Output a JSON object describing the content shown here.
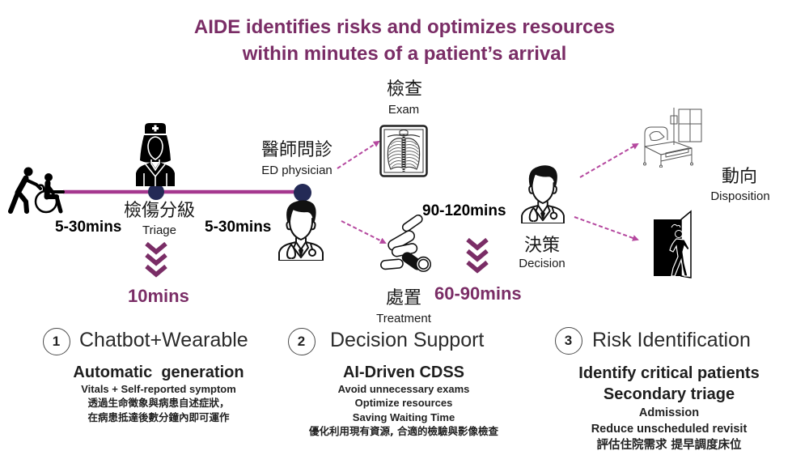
{
  "title": {
    "line1": "AIDE identifies risks and optimizes resources",
    "line2": "within minutes of a patient’s arrival"
  },
  "colors": {
    "title": "#7a2d66",
    "timeline": "#a5388f",
    "node": "#242a56",
    "arrow": "#b5489f",
    "text": "#1e1e1e"
  },
  "flow": {
    "arrival": {
      "icon": "wheelchair-assist-icon"
    },
    "triage": {
      "label_zh": "檢傷分級",
      "label_en": "Triage",
      "icon": "nurse-icon"
    },
    "physician": {
      "label_zh": "醫師問診",
      "label_en": "ED physician",
      "icon": "doctor-icon"
    },
    "exam": {
      "label_zh": "檢查",
      "label_en": "Exam",
      "icon": "chest-xray-icon"
    },
    "treatment": {
      "label_zh": "處置",
      "label_en": "Treatment",
      "icon": "pills-icon"
    },
    "decision": {
      "label_zh": "決策",
      "label_en": "Decision",
      "icon": "doctor-icon"
    },
    "disposition": {
      "label_zh": "動向",
      "label_en": "Disposition",
      "icons": [
        "hospital-bed-icon",
        "exit-door-icon"
      ]
    }
  },
  "durations": {
    "arrival_to_triage": "5-30mins",
    "triage_to_physician": "5-30mins",
    "physician_to_decision": "90-120mins",
    "triage_improved": "10mins",
    "decision_improved": "60-90mins"
  },
  "sections": [
    {
      "number": "1",
      "heading": "Chatbot+Wearable",
      "subheadings": [
        "Automatic  generation"
      ],
      "lines": [
        "Vitals + Self-reported symptom",
        "透過生命徵象與病患自述症狀，",
        "在病患抵達後數分鐘內即可運作"
      ]
    },
    {
      "number": "2",
      "heading": "Decision Support",
      "subheadings": [
        "AI-Driven CDSS"
      ],
      "lines": [
        "Avoid unnecessary exams",
        "Optimize resources",
        "Saving Waiting Time",
        "優化利用現有資源, 合適的檢驗與影像檢查"
      ]
    },
    {
      "number": "3",
      "heading": "Risk Identification",
      "subheadings": [
        "Identify critical patients",
        "Secondary triage"
      ],
      "lines": [
        "Admission",
        "Reduce unscheduled revisit",
        "評估住院需求 提早調度床位"
      ]
    }
  ]
}
